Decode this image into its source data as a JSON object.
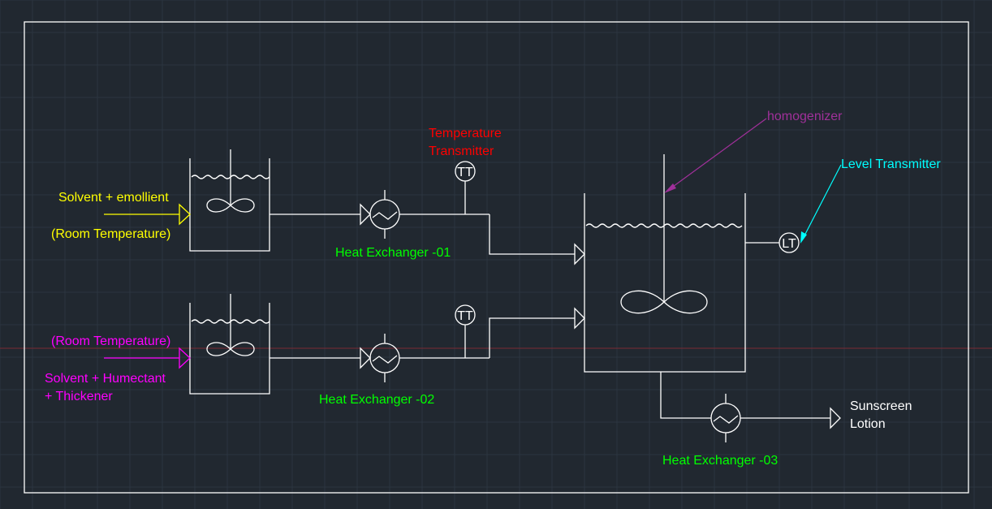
{
  "colors": {
    "background": "#212830",
    "grid": "#2c3540",
    "line": "#ffffff",
    "yellow": "#ffff00",
    "magenta": "#ff00ff",
    "green": "#00ff00",
    "red": "#ff0000",
    "purple": "#a0309a",
    "cyan": "#00ffff"
  },
  "labels": {
    "feed1_line1": "Solvent + emollient",
    "feed1_line2": "(Room Temperature)",
    "feed2_temp": "(Room Temperature)",
    "feed2_line1": "Solvent + Humectant",
    "feed2_line2": "+ Thickener",
    "hx1": "Heat Exchanger -01",
    "hx2": "Heat Exchanger -02",
    "hx3": "Heat Exchanger -03",
    "tt_label_line1": "Temperature",
    "tt_label_line2": "Transmitter",
    "homogenizer": "homogenizer",
    "level_transmitter": "Level Transmitter",
    "product_line1": "Sunscreen",
    "product_line2": "Lotion"
  },
  "instruments": {
    "tt1": "TT",
    "tt2": "TT",
    "lt": "LT"
  }
}
